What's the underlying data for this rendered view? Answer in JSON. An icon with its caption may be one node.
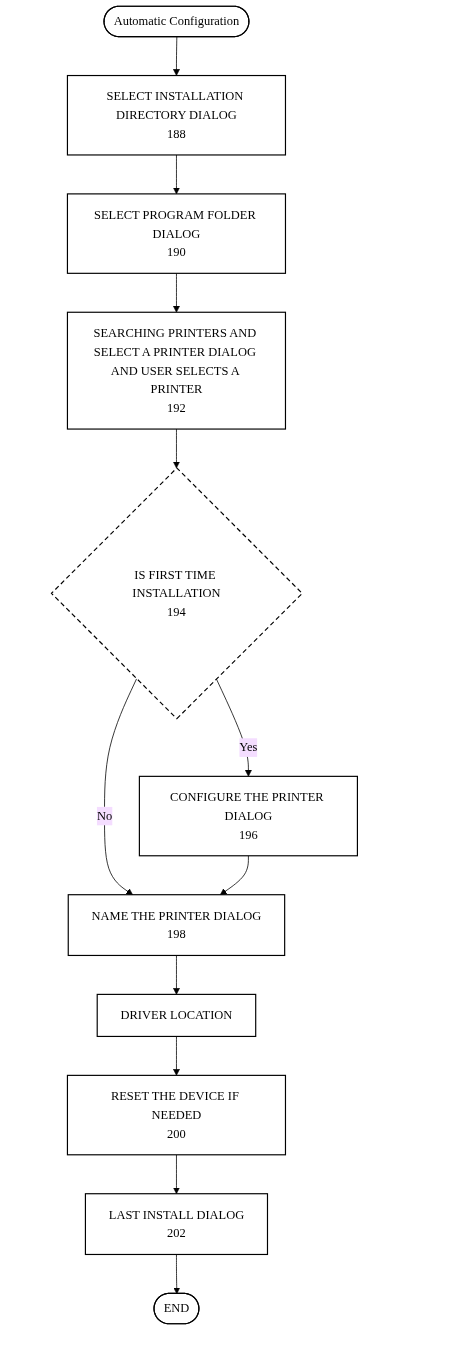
{
  "diagram": {
    "nodes": [
      {
        "text": [
          "Automatic Configuration"
        ]
      },
      {
        "text": [
          "SELECT INSTALLATION DIRECTORY DIALOG",
          "188"
        ]
      },
      {
        "text": [
          "SELECT PROGRAM FOLDER DIALOG",
          "190"
        ]
      },
      {
        "text": [
          "SEARCHING PRINTERS AND SELECT A PRINTER DIALOG AND USER SELECTS A PRINTER",
          "192"
        ]
      },
      {
        "text": [
          "IS FIRST TIME INSTALLATION",
          "194"
        ]
      },
      {
        "text": [
          "CONFIGURE THE PRINTER DIALOG",
          "196"
        ]
      },
      {
        "text": [
          "NAME THE PRINTER DIALOG",
          "198"
        ]
      },
      {
        "text": [
          "DRIVER LOCATION"
        ]
      },
      {
        "text": [
          "RESET THE DEVICE IF NEEDED",
          "200"
        ]
      },
      {
        "text": [
          "LAST INSTALL DIALOG",
          "202"
        ]
      },
      {
        "text": [
          "END"
        ]
      }
    ],
    "edges": [
      {
        "from": 0,
        "to": 1,
        "arrow": "to"
      },
      {
        "from": 1,
        "to": 2,
        "arrow": "to"
      },
      {
        "from": 2,
        "to": 3,
        "arrow": "to"
      },
      {
        "from": 3,
        "to": 4,
        "arrow": "to"
      },
      {
        "from": 4,
        "to": 5,
        "label": "Yes",
        "arrow": "to"
      },
      {
        "from": 4,
        "to": 6,
        "label": "No",
        "arrow": "to"
      },
      {
        "from": 5,
        "to": 6,
        "arrow": "to"
      },
      {
        "from": 6,
        "to": 7,
        "arrow": "to"
      },
      {
        "from": 7,
        "to": 8,
        "arrow": "to"
      },
      {
        "from": 8,
        "to": 9,
        "arrow": "to"
      },
      {
        "from": 9,
        "to": 10,
        "arrow": "to"
      }
    ]
  }
}
